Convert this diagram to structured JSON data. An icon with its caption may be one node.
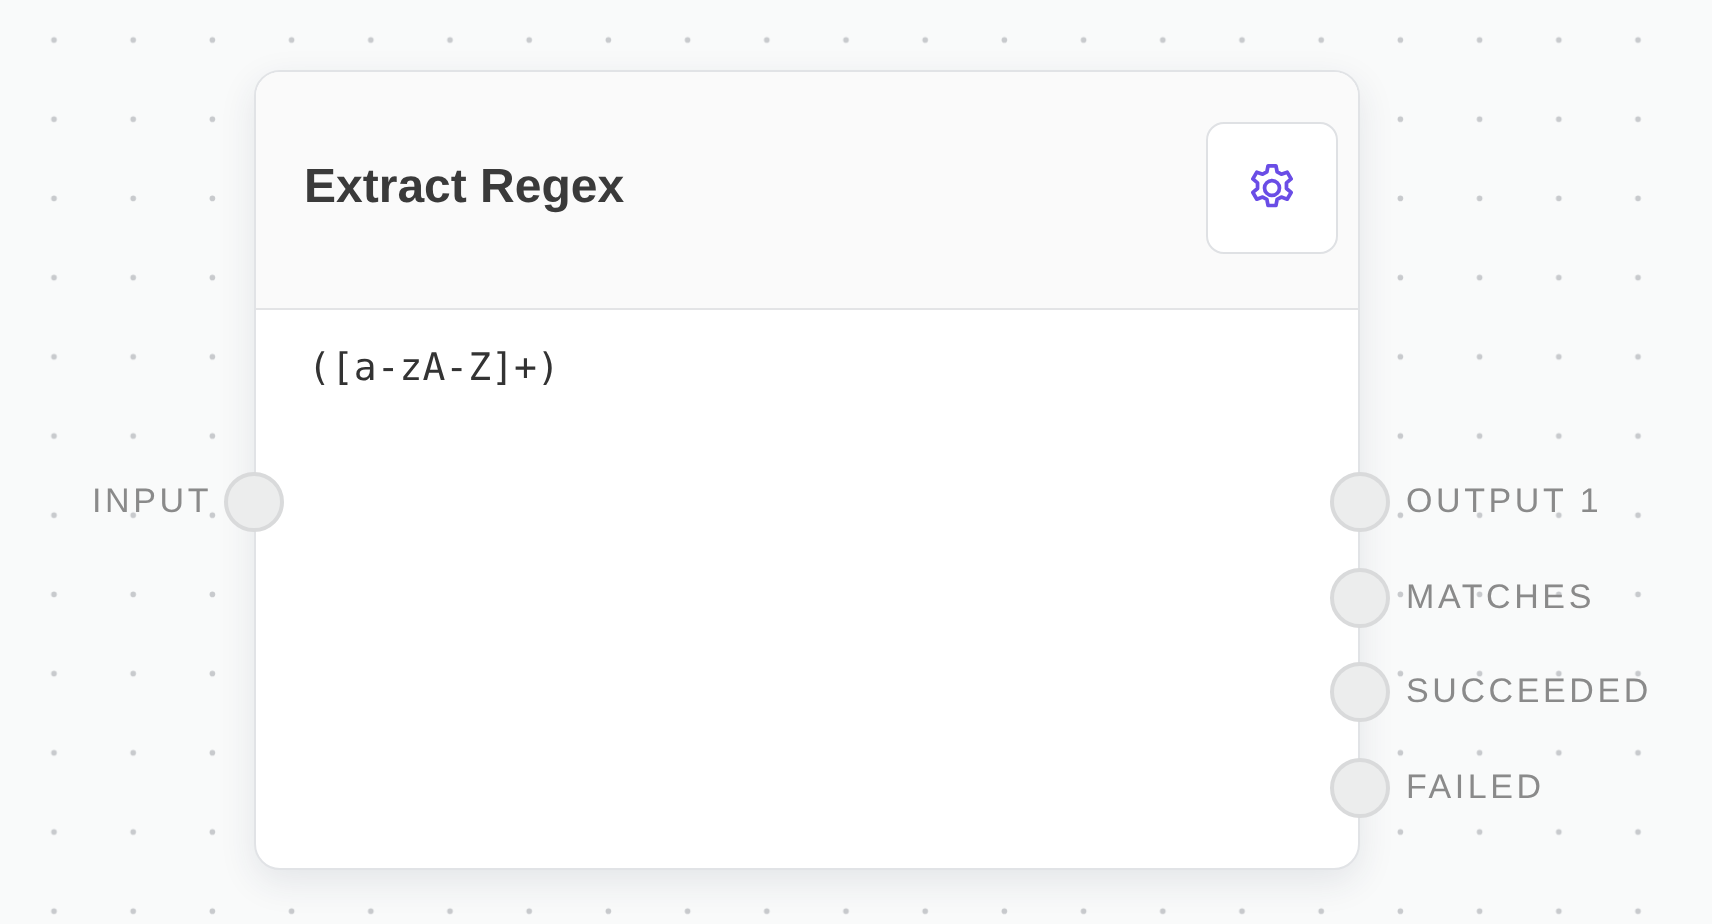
{
  "diagram": {
    "nodes": [
      {
        "text": [
          "Extract Regex",
          "([a-zA-Z]+)"
        ]
      }
    ],
    "labels": [
      "INPUT",
      "OUTPUT 1",
      "MATCHES",
      "SUCCEEDED",
      "FAILED"
    ]
  }
}
